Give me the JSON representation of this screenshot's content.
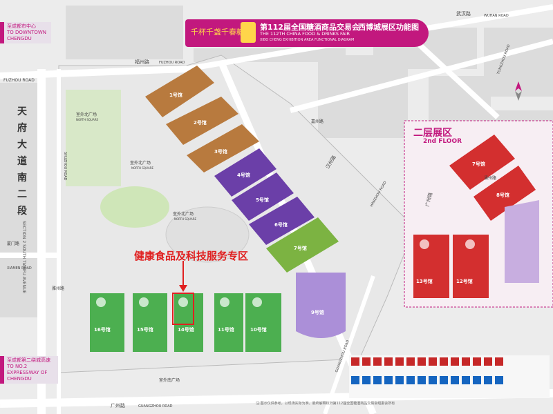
{
  "banner": {
    "logo_text": "千杯千盏千春糖",
    "title_cn": "第112届全国糖酒商品交易会",
    "title_en": "THE 112TH CHINA FOOD & DRINKS FAIR",
    "subtitle_en": "XIBO CHENG EXHIBITION AREA FUNCTIONAL DIAGRAM",
    "title_right": "西博城展区功能图"
  },
  "side_tags": {
    "downtown_cn": "至成都市中心",
    "downtown_en": "TO DOWNTOWN CHENGDU",
    "expressway_cn": "至成都第二绕城高速",
    "expressway_en": "TO NO.2 EXPRESSWAY OF CHENGDU"
  },
  "roads": {
    "fuzhou_cn": "福州路",
    "fuzhou_en": "FUZHOU ROAD",
    "wuhan_cn": "武汉路",
    "wuhan_en": "WUHAN ROAD",
    "hanzhou_cn": "汉州路",
    "hanzhou_en": "HANZHOU ROAD",
    "tongzhou_cn": "潼州路",
    "tongzhou_en": "TONGZHOU ROAD",
    "tianfu_cn": "天府大道南二段",
    "tianfu_en": "SECTION 2 SOUTH TIANFU AVENUE",
    "xiamen_cn": "厦门路",
    "xiamen_en": "XIAMEN ROAD",
    "guangzhou_cn": "广州路",
    "guangzhou_en": "GUANGZHOU ROAD",
    "shuzhou_cn": "蜀州路",
    "shuzhou_en": "SHUZHOU ROAD",
    "yazhou_cn": "雅州路",
    "jiazhou_cn": "嘉州路",
    "yongzhou_cn": "涌州路"
  },
  "squares": {
    "north_outdoor_cn": "室外北广场",
    "north_outdoor_en": "NORTH SQUARE",
    "north_cn": "室外北广场",
    "north_en": "NORTH SQUARE",
    "south_cn": "室外南广场"
  },
  "halls": [
    {
      "num": "1号馆",
      "color": "#b87a3e"
    },
    {
      "num": "2号馆",
      "color": "#b87a3e"
    },
    {
      "num": "3号馆",
      "color": "#b87a3e"
    },
    {
      "num": "4号馆",
      "color": "#6b3fa8"
    },
    {
      "num": "5号馆",
      "color": "#6b3fa8"
    },
    {
      "num": "6号馆",
      "color": "#6b3fa8"
    },
    {
      "num": "7号馆",
      "color": "#7cb342"
    },
    {
      "num": "10号馆",
      "color": "#4caf50"
    },
    {
      "num": "11号馆",
      "color": "#4caf50"
    },
    {
      "num": "14号馆",
      "color": "#4caf50"
    },
    {
      "num": "15号馆",
      "color": "#4caf50"
    },
    {
      "num": "16号馆",
      "color": "#4caf50"
    },
    {
      "num": "9号馆",
      "color": "#ab8fd8"
    }
  ],
  "second_floor": {
    "title_cn": "二层展区",
    "title_en": "2nd FLOOR",
    "halls": [
      "7号馆",
      "8号馆",
      "13号馆",
      "12号馆"
    ]
  },
  "health_zone_label": "健康食品及科技服务专区",
  "footnote": "注:图示仅供参考，以现场实际为准。最终解释权归第112届全国糖酒商品交易会组委会所有",
  "colors": {
    "brand_pink": "#c2187e",
    "brown": "#b87a3e",
    "purple": "#6b3fa8",
    "green": "#4caf50",
    "red": "#d32f2f",
    "highlight_red": "#e02020"
  }
}
